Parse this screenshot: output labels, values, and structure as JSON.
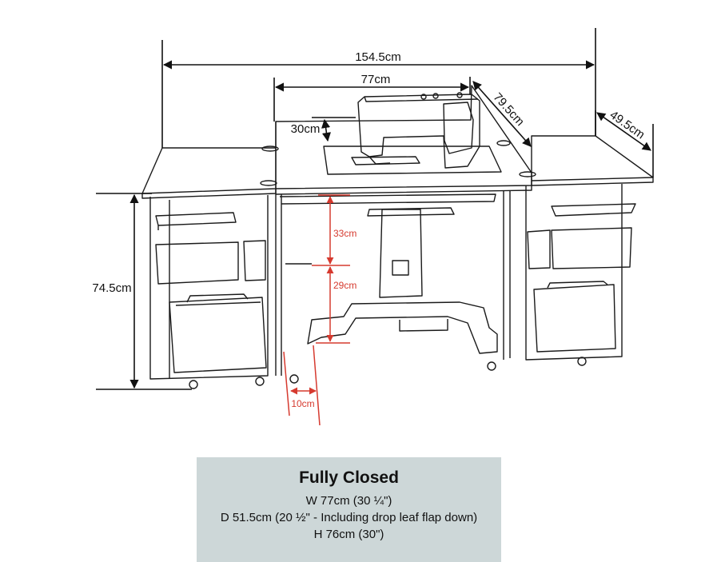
{
  "dimensions": {
    "total_width": "154.5cm",
    "center_width": "77cm",
    "center_depth": "79.5cm",
    "side_depth": "49.5cm",
    "machine_clearance": "30cm",
    "height": "74.5cm",
    "upper_gap": "33cm",
    "lower_gap": "29cm",
    "leg_offset": "10cm"
  },
  "colors": {
    "line": "#1a1a1a",
    "red_dimension": "#d63a2f",
    "info_box_bg": "#cdd7d8"
  },
  "info_box": {
    "title": "Fully Closed",
    "lines": [
      "W 77cm (30 ¼\")",
      "D 51.5cm (20 ½\" - Including drop leaf flap down)",
      "H 76cm (30\")"
    ]
  }
}
